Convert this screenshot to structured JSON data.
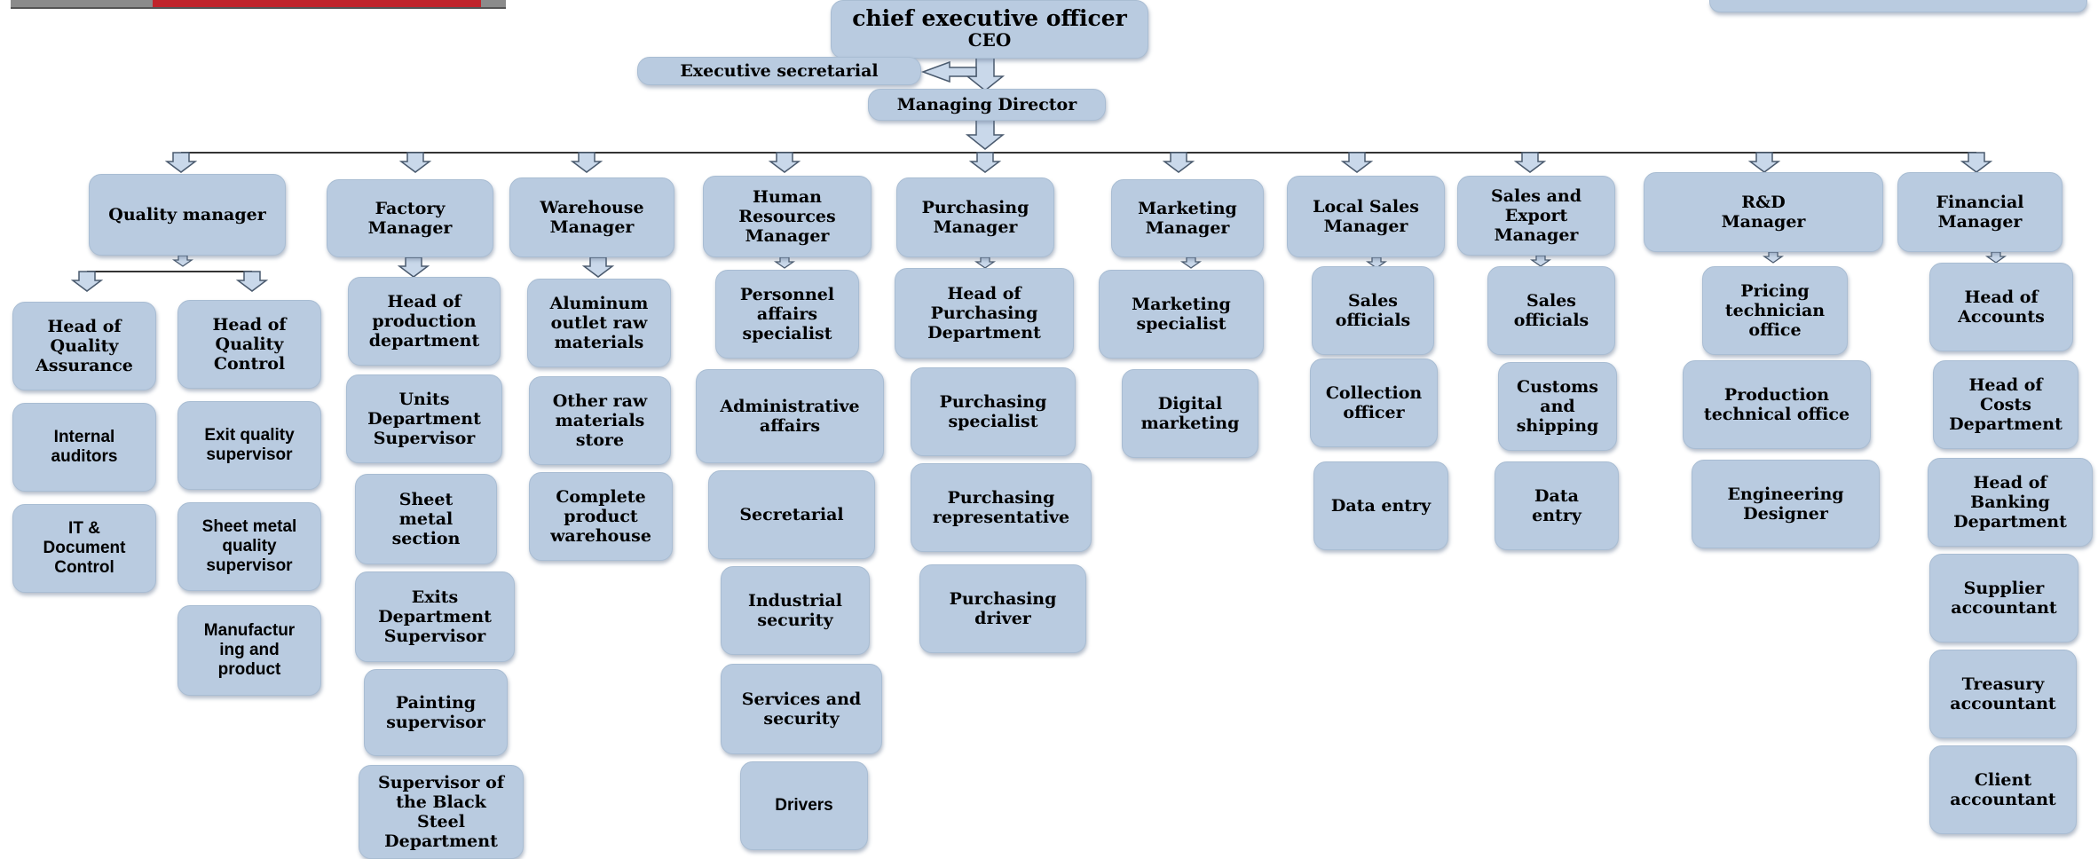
{
  "chart": {
    "ceo": {
      "title": "chief executive officer",
      "abbr": "CEO"
    },
    "executive_secretarial": "Executive secretarial",
    "managing_director": "Managing Director",
    "departments": [
      {
        "manager": "Quality manager",
        "columns": [
          [
            "Head of\nQuality\nAssurance",
            "Internal\nauditors",
            "IT &\nDocument\nControl"
          ],
          [
            "Head of\nQuality\nControl",
            "Exit quality\nsupervisor",
            "Sheet metal\nquality\nsupervisor",
            "Manufactur\ning and\nproduct"
          ]
        ]
      },
      {
        "manager": "Factory\nManager",
        "units": [
          "Head of\nproduction\ndepartment",
          "Units\nDepartment\nSupervisor",
          "Sheet\nmetal\nsection",
          "Exits\nDepartment\nSupervisor",
          "Painting\nsupervisor",
          "Supervisor of\nthe Black\nSteel\nDepartment"
        ]
      },
      {
        "manager": "Warehouse\nManager",
        "units": [
          "Aluminum\noutlet raw\nmaterials",
          "Other raw\nmaterials\nstore",
          "Complete\nproduct\nwarehouse"
        ]
      },
      {
        "manager": "Human\nResources\nManager",
        "units": [
          "Personnel\naffairs\nspecialist",
          "Administrative\naffairs",
          "Secretarial",
          "Industrial\nsecurity",
          "Services and\nsecurity",
          "Drivers"
        ]
      },
      {
        "manager": "Purchasing\nManager",
        "units": [
          "Head of\nPurchasing\nDepartment",
          "Purchasing\nspecialist",
          "Purchasing\nrepresentative",
          "Purchasing\ndriver"
        ]
      },
      {
        "manager": "Marketing\nManager",
        "units": [
          "Marketing\nspecialist",
          "Digital\nmarketing"
        ]
      },
      {
        "manager": "Local Sales\nManager",
        "units": [
          "Sales\nofficials",
          "Collection\nofficer",
          "Data entry"
        ]
      },
      {
        "manager": "Sales and\nExport\nManager",
        "units": [
          "Sales\nofficials",
          "Customs\nand\nshipping",
          "Data\nentry"
        ]
      },
      {
        "manager": "R&D\nManager",
        "units": [
          "Pricing\ntechnician\noffice",
          "Production\ntechnical office",
          "Engineering\nDesigner"
        ]
      },
      {
        "manager": "Financial\nManager",
        "units": [
          "Head of\nAccounts",
          "Head of\nCosts\nDepartment",
          "Head of\nBanking\nDepartment",
          "Supplier\naccountant",
          "Treasury\naccountant",
          "Client\naccountant"
        ]
      }
    ]
  }
}
